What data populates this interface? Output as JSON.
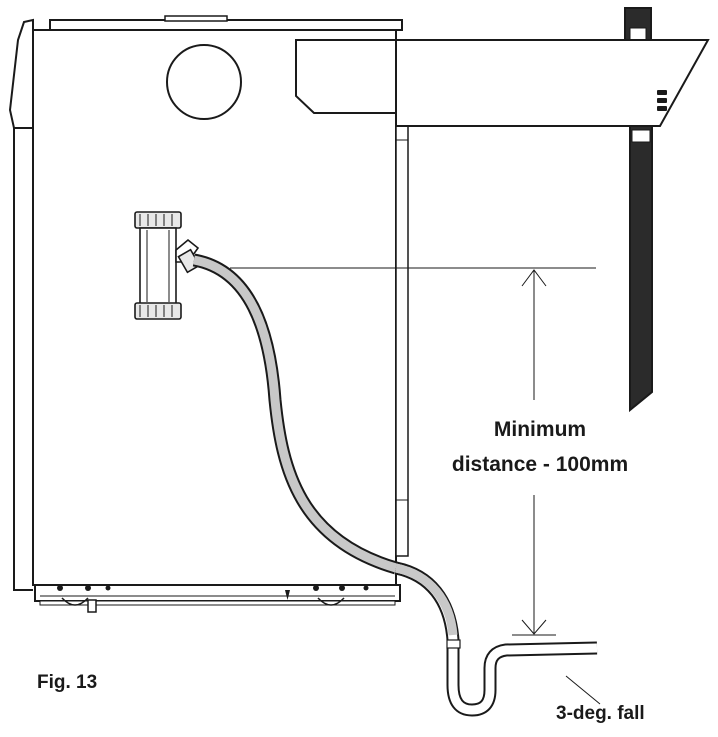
{
  "labels": {
    "dimension_line1": "Minimum",
    "dimension_line2": "distance - 100mm",
    "figure": "Fig. 13",
    "fall": "3-deg. fall"
  },
  "colors": {
    "outline": "#1a1a1a",
    "hose_fill": "#c8c8c8",
    "flue_dark": "#2b2b2b",
    "background": "#ffffff"
  }
}
